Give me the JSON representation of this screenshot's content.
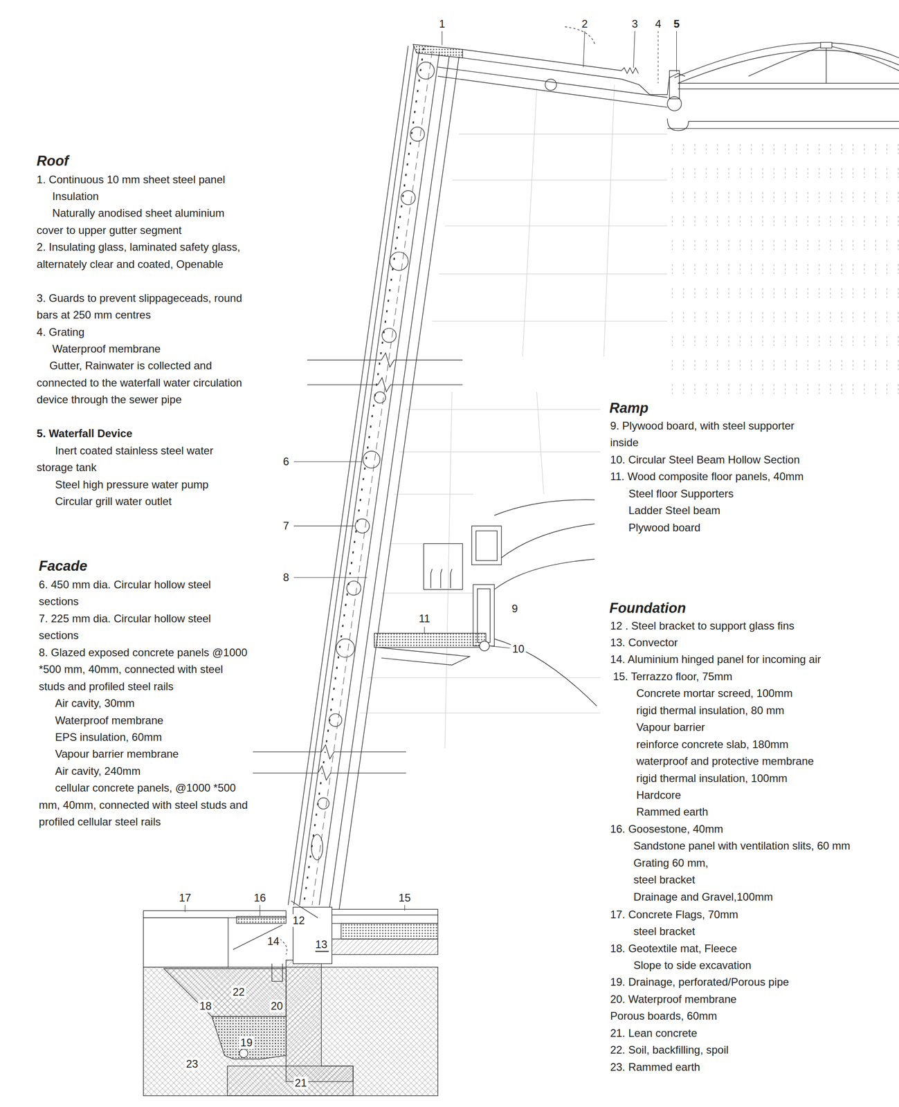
{
  "diagram": {
    "labels": [
      "Roof",
      "1. Continuous 10 mm sheet steel panel",
      "Insulation",
      "Naturally anodised sheet aluminium cover to upper gutter segment",
      "2. Insulating glass, laminated safety glass, alternately clear and coated, Openable",
      "3. Guards to prevent slippageceads, round bars at 250 mm centres",
      "4. Grating",
      "Waterproof membrane",
      "Gutter, Rainwater is collected and connected to the waterfall water circulation device through the sewer pipe",
      "5. Waterfall Device",
      "Inert coated stainless steel water storage tank",
      "Steel high pressure water pump",
      "Circular grill water outlet",
      "Facade",
      "6. 450 mm dia. Circular hollow steel sections",
      "7. 225 mm dia. Circular hollow steel sections",
      "8. Glazed exposed concrete panels @1000 *500 mm, 40mm, connected with steel studs and profiled steel rails",
      "Air cavity, 30mm",
      "Waterproof membrane",
      "EPS insulation, 60mm",
      "Vapour barrier membrane",
      "Air cavity, 240mm",
      "cellular concrete panels, @1000 *500 mm, 40mm, connected with steel studs and profiled cellular steel rails",
      "Ramp",
      "9. Plywood board, with steel supporter inside",
      "10. Circular Steel Beam Hollow Section",
      "11. Wood composite floor panels, 40mm",
      "Steel floor Supporters",
      "Ladder Steel beam",
      "Plywood board",
      "Foundation",
      "12 . Steel bracket to support glass fins",
      "13. Convector",
      "14. Aluminium hinged panel for incoming air",
      "15. Terrazzo floor, 75mm",
      "Concrete mortar screed, 100mm",
      "rigid thermal insulation, 80 mm",
      "Vapour barrier",
      "reinforce concrete slab, 180mm",
      "waterproof and protective membrane",
      "rigid thermal insulation, 100mm",
      "Hardcore",
      "Rammed earth",
      "16. Goosestone, 40mm",
      "Sandstone panel with ventilation slits, 60 mm",
      "Grating 60 mm,",
      "steel bracket",
      "Drainage and Gravel,100mm",
      "17. Concrete Flags, 70mm",
      "steel bracket",
      "18. Geotextile mat, Fleece",
      "Slope to side excavation",
      "19. Drainage, perforated/Porous pipe",
      "20. Waterproof membrane",
      "Porous boards, 60mm",
      "21. Lean concrete",
      "22. Soil, backfilling, spoil",
      "23. Rammed earth",
      "1",
      "2",
      "3",
      "4",
      "5",
      "6",
      "7",
      "8",
      "11",
      "9",
      "10",
      "17",
      "16",
      "15",
      "12",
      "14",
      "13",
      "22",
      "18",
      "20",
      "19",
      "23",
      "21"
    ]
  }
}
